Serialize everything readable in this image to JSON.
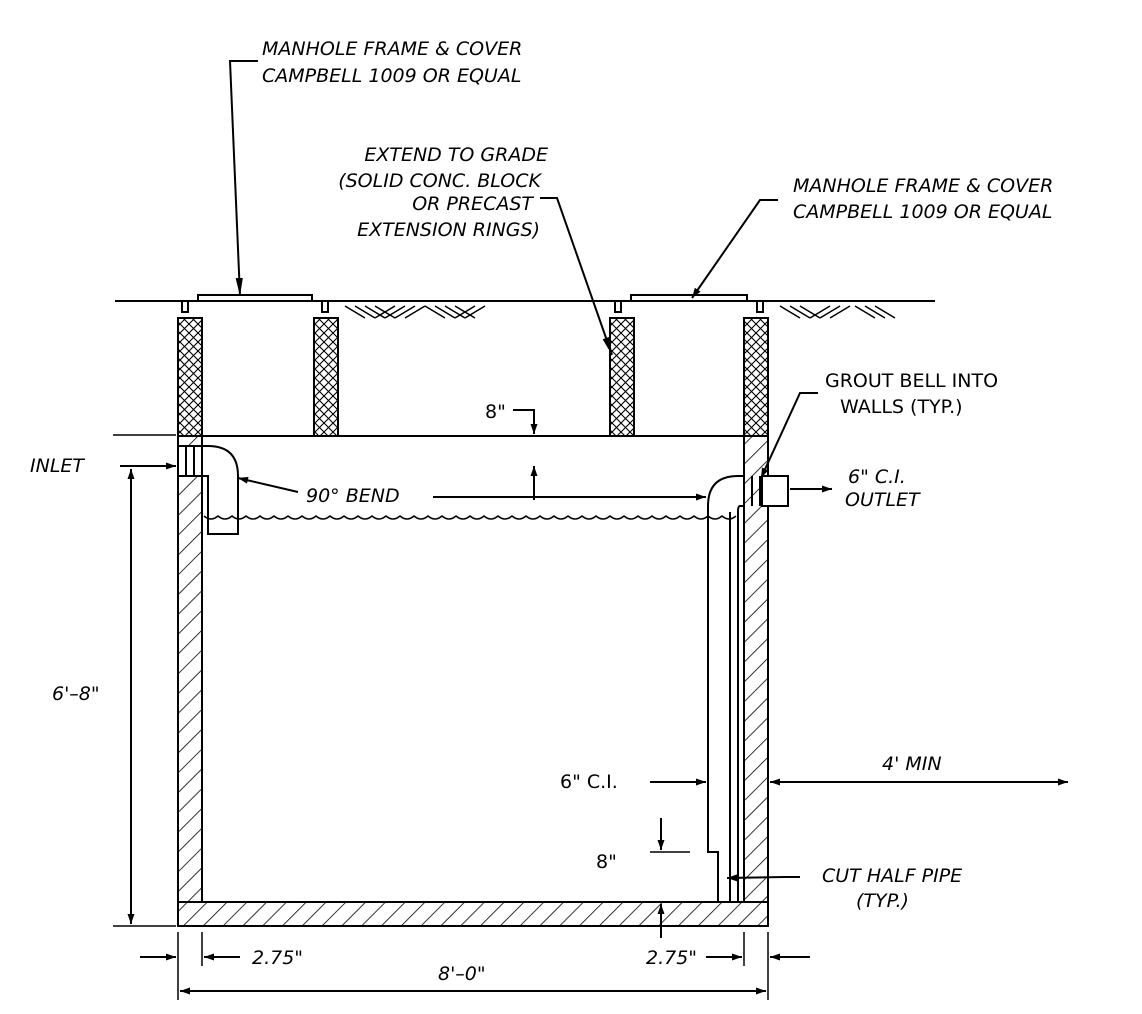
{
  "labels": {
    "frame_left_1": "MANHOLE FRAME & COVER",
    "frame_left_2": "CAMPBELL 1009 OR EQUAL",
    "extend_1": "EXTEND TO GRADE",
    "extend_2": "(SOLID CONC. BLOCK",
    "extend_3": "OR PRECAST",
    "extend_4": "EXTENSION RINGS)",
    "frame_right_1": "MANHOLE FRAME & COVER",
    "frame_right_2": "CAMPBELL 1009 OR EQUAL",
    "grout_1": "GROUT BELL INTO",
    "grout_2": "WALLS (TYP.)",
    "slab_thickness": "8\"",
    "inlet": "INLET",
    "bend": "90° BEND",
    "outlet_1": "6\" C.I.",
    "outlet_2": "OUTLET",
    "depth": "6'–8\"",
    "pipe_ci": "6\" C.I.",
    "min_dist": "4' MIN",
    "cut_gap": "8\"",
    "cut_1": "CUT HALF PIPE",
    "cut_2": "(TYP.)",
    "wall_left": "2.75\"",
    "wall_right": "2.75\"",
    "width": "8'–0\""
  },
  "colors": {
    "ink": "#000000",
    "background": "#ffffff"
  }
}
